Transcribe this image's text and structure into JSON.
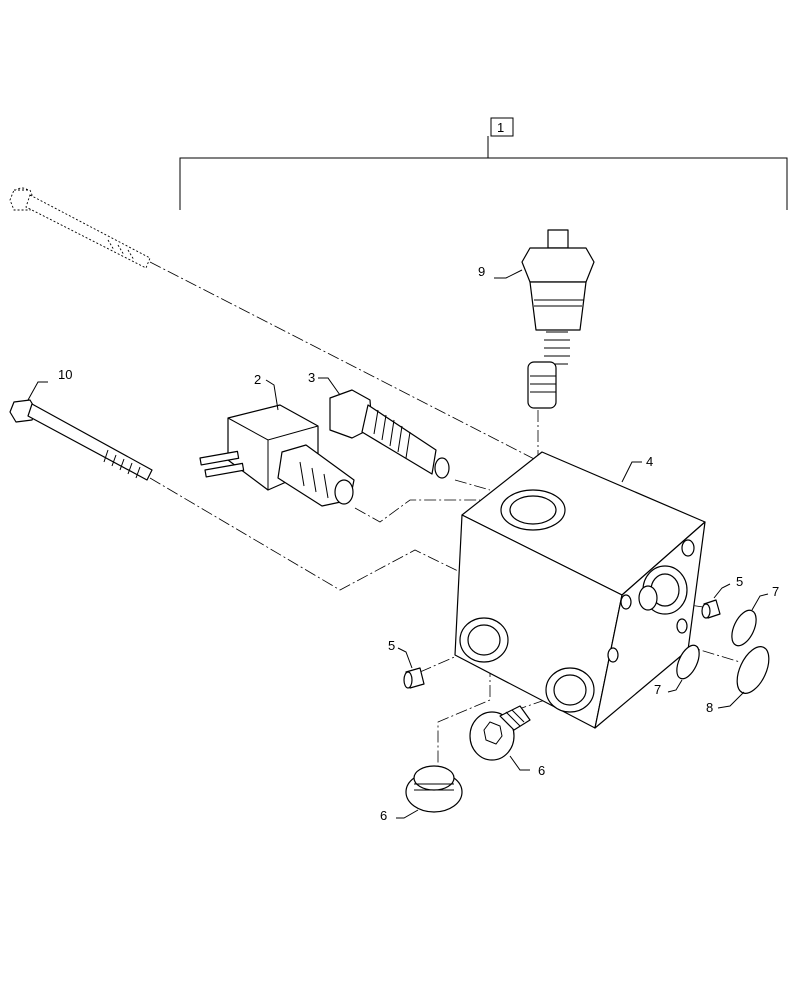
{
  "callouts": {
    "c1": "1",
    "c2": "2",
    "c3": "3",
    "c4": "4",
    "c5a": "5",
    "c5b": "5",
    "c6a": "6",
    "c6b": "6",
    "c7a": "7",
    "c7b": "7",
    "c8": "8",
    "c9": "9",
    "c10": "10"
  }
}
